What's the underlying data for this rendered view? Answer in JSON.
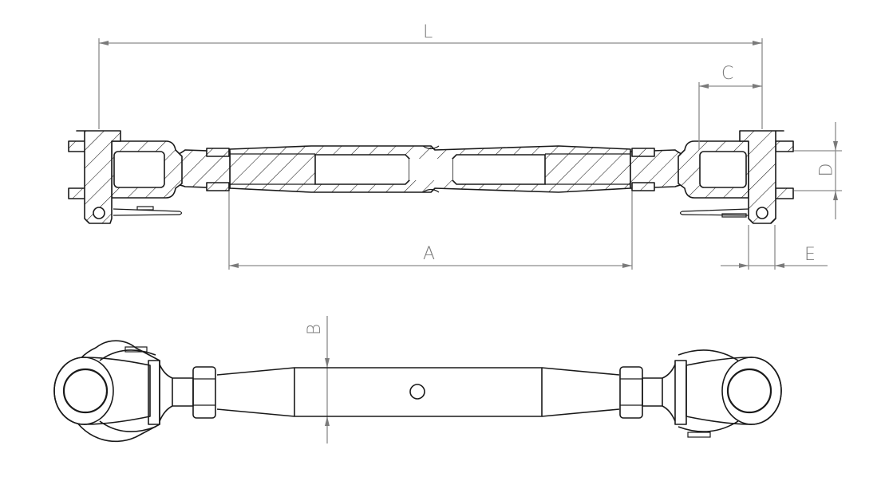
{
  "drawing": {
    "subject": "turnbuckle fork-fork",
    "views": [
      "sectional side view",
      "top view"
    ],
    "colors": {
      "line": "#1a1a1a",
      "dimension": "#8c8c8c",
      "dimension_text": "#7a7a7a",
      "background": "#ffffff"
    }
  },
  "dimensions": {
    "L": {
      "label": "L"
    },
    "A": {
      "label": "A"
    },
    "B": {
      "label": "B"
    },
    "C": {
      "label": "C"
    },
    "D": {
      "label": "D"
    },
    "E": {
      "label": "E"
    }
  }
}
